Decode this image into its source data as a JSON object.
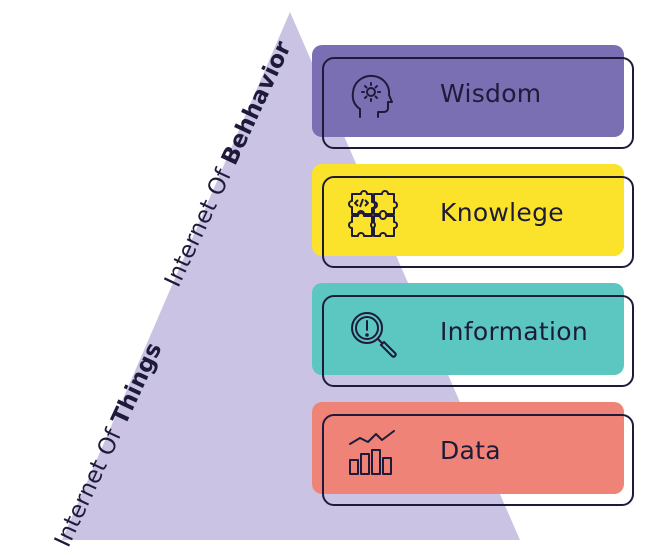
{
  "labels": {
    "behavior_prefix": "Internet Of ",
    "behavior_strong": "Behhavior",
    "things_prefix": "Internet Of ",
    "things_strong": "Things"
  },
  "levels": [
    {
      "title": "Wisdom",
      "color": "#7b6fb3",
      "icon": "head-gear-icon"
    },
    {
      "title": "Knowlege",
      "color": "#fbe32c",
      "icon": "puzzle-icon"
    },
    {
      "title": "Information",
      "color": "#5cc6c1",
      "icon": "magnifier-exclamation-icon"
    },
    {
      "title": "Data",
      "color": "#ef8377",
      "icon": "bar-chart-trend-icon"
    }
  ],
  "colors": {
    "pyramid": "#cac3e3",
    "outline": "#1e1b3a"
  }
}
